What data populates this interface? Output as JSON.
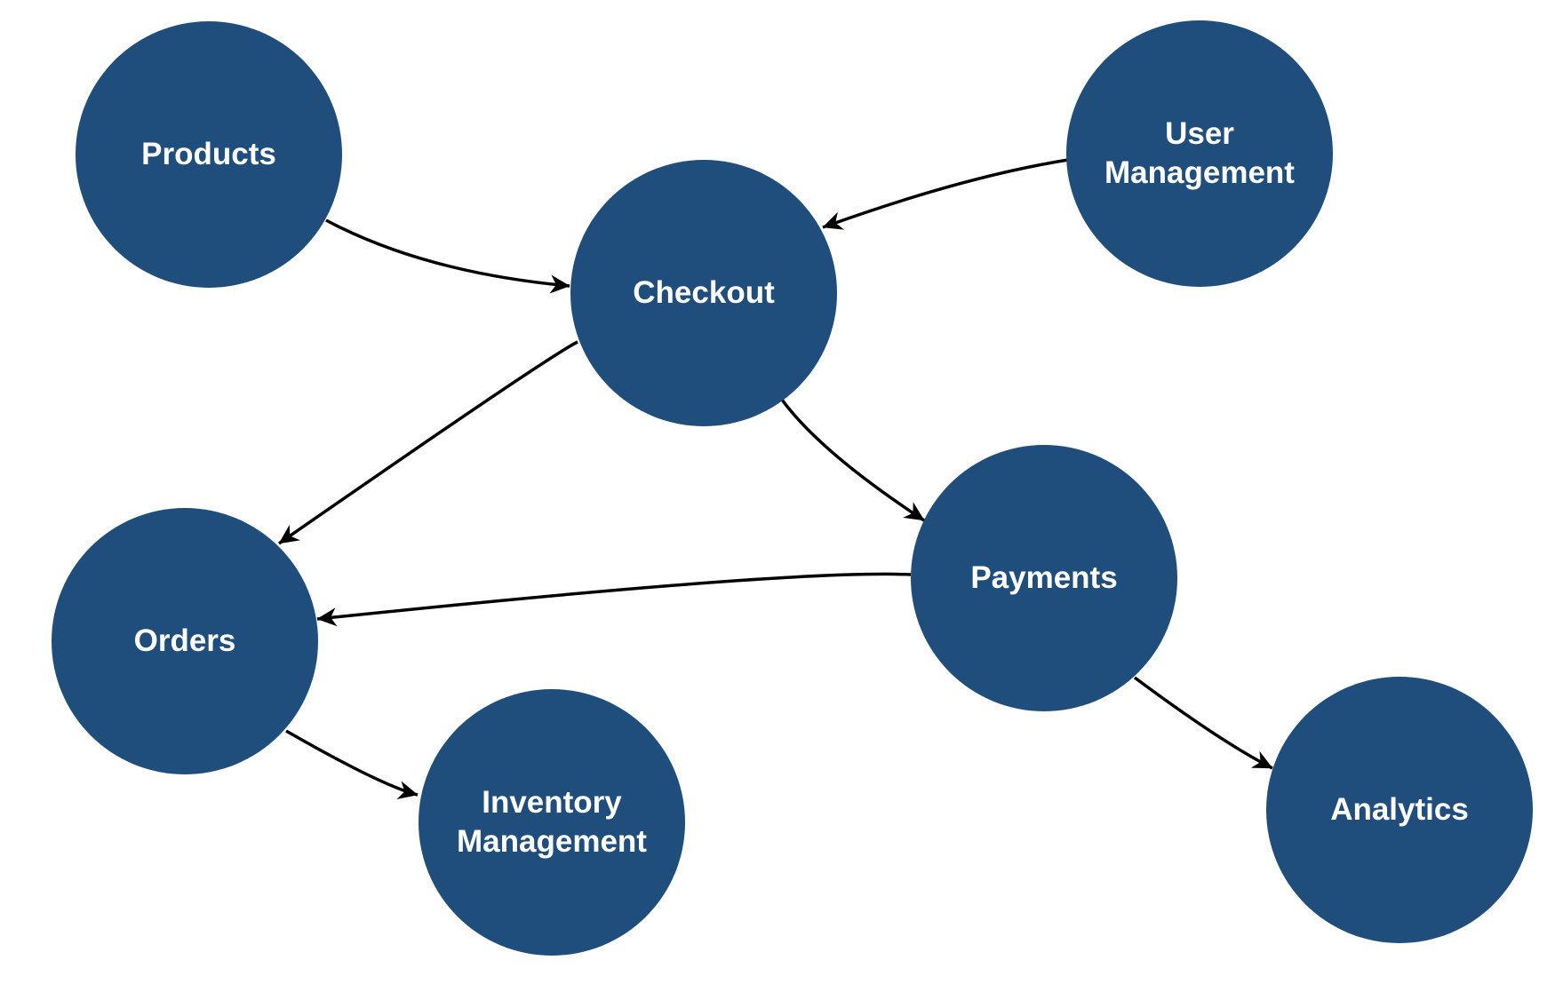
{
  "diagram": {
    "colors": {
      "background": "#ffffff",
      "node_fill": "#1F4E7C",
      "node_text": "#ffffff",
      "edge": "#000000"
    },
    "nodes": [
      {
        "id": "products",
        "label": "Products"
      },
      {
        "id": "user-management",
        "label": "User Management"
      },
      {
        "id": "checkout",
        "label": "Checkout"
      },
      {
        "id": "orders",
        "label": "Orders"
      },
      {
        "id": "payments",
        "label": "Payments"
      },
      {
        "id": "inventory-management",
        "label": "Inventory Management"
      },
      {
        "id": "analytics",
        "label": "Analytics"
      }
    ],
    "edges": [
      {
        "from": "products",
        "to": "checkout"
      },
      {
        "from": "user-management",
        "to": "checkout"
      },
      {
        "from": "checkout",
        "to": "orders"
      },
      {
        "from": "checkout",
        "to": "payments"
      },
      {
        "from": "payments",
        "to": "orders"
      },
      {
        "from": "orders",
        "to": "inventory-management"
      },
      {
        "from": "payments",
        "to": "analytics"
      }
    ]
  }
}
